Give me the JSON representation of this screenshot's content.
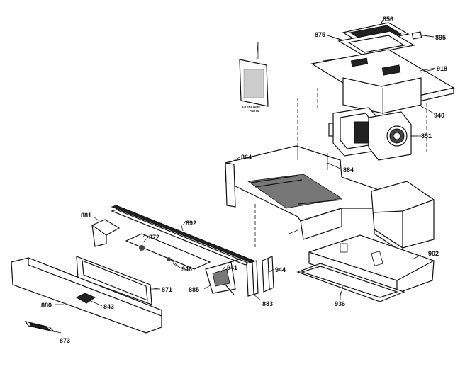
{
  "parts": [
    {
      "id": "lit",
      "label": "LITERATURE"
    },
    {
      "id": "lit2",
      "label": "PARTS"
    },
    {
      "id": "p856",
      "label": "856"
    },
    {
      "id": "p875",
      "label": "875"
    },
    {
      "id": "p895",
      "label": "895"
    },
    {
      "id": "p918",
      "label": "918"
    },
    {
      "id": "p940",
      "label": "940"
    },
    {
      "id": "p851",
      "label": "851"
    },
    {
      "id": "p864",
      "label": "864"
    },
    {
      "id": "p884",
      "label": "884"
    },
    {
      "id": "p881",
      "label": "881"
    },
    {
      "id": "p892",
      "label": "892"
    },
    {
      "id": "p872",
      "label": "872"
    },
    {
      "id": "p946",
      "label": "946"
    },
    {
      "id": "p941",
      "label": "941"
    },
    {
      "id": "p885",
      "label": "885"
    },
    {
      "id": "p871",
      "label": "871"
    },
    {
      "id": "p944",
      "label": "944"
    },
    {
      "id": "p883",
      "label": "883"
    },
    {
      "id": "p902",
      "label": "902"
    },
    {
      "id": "p936",
      "label": "936"
    },
    {
      "id": "p880",
      "label": "880"
    },
    {
      "id": "p843",
      "label": "843"
    },
    {
      "id": "p873",
      "label": "873"
    }
  ]
}
